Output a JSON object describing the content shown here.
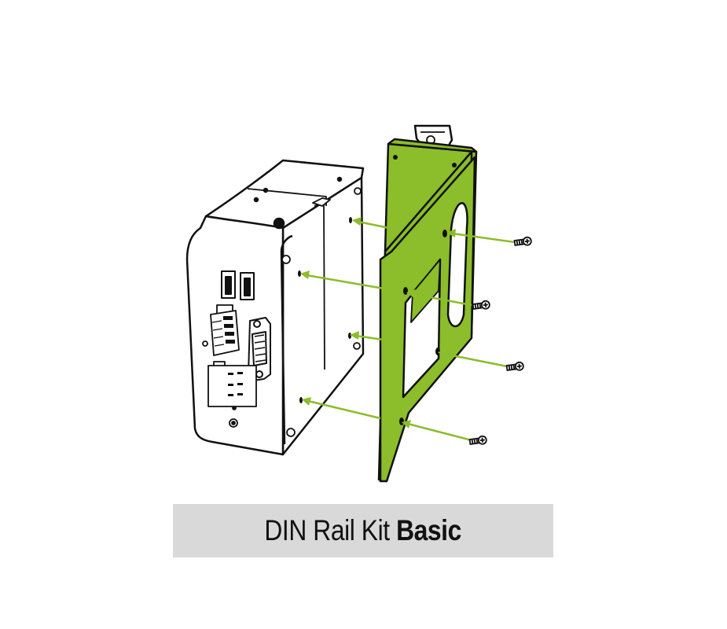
{
  "caption": {
    "regular": "DIN Rail Kit",
    "bold": "Basic"
  },
  "colors": {
    "bracket": "#8cbd2a",
    "arrow": "#8cbd2a",
    "outline": "#111111",
    "caption_bg": "#d9d9d9"
  },
  "icons": [
    "mini-pc",
    "din-rail-bracket",
    "screw",
    "arrow"
  ]
}
